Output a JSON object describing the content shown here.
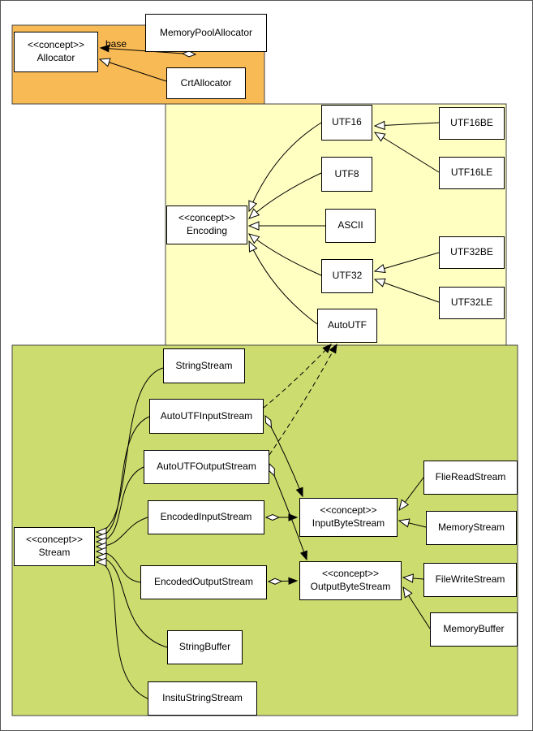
{
  "colors": {
    "allocator_region": "#f8ba55",
    "encoding_region": "#ffffc2",
    "stream_region": "#ccdc6e"
  },
  "nodes": {
    "allocator_concept": "<<concept>>\nAllocator",
    "memory_pool_allocator": "MemoryPoolAllocator",
    "crt_allocator": "CrtAllocator",
    "encoding_concept": "<<concept>>\nEncoding",
    "utf16": "UTF16",
    "utf8": "UTF8",
    "ascii": "ASCII",
    "utf32": "UTF32",
    "autoutf": "AutoUTF",
    "utf16be": "UTF16BE",
    "utf16le": "UTF16LE",
    "utf32be": "UTF32BE",
    "utf32le": "UTF32LE",
    "string_stream": "StringStream",
    "autoutf_input_stream": "AutoUTFInputStream",
    "autoutf_output_stream": "AutoUTFOutputStream",
    "encoded_input_stream": "EncodedInputStream",
    "stream_concept": "<<concept>>\nStream",
    "encoded_output_stream": "EncodedOutputStream",
    "input_byte_stream_concept": "<<concept>>\nInputByteStream",
    "output_byte_stream_concept": "<<concept>>\nOutputByteStream",
    "flie_read_stream": "FlieReadStream",
    "memory_stream": "MemoryStream",
    "file_write_stream": "FileWriteStream",
    "memory_buffer": "MemoryBuffer",
    "string_buffer": "StringBuffer",
    "insitu_string_stream": "InsituStringStream"
  },
  "edges": {
    "base_label": "base"
  }
}
